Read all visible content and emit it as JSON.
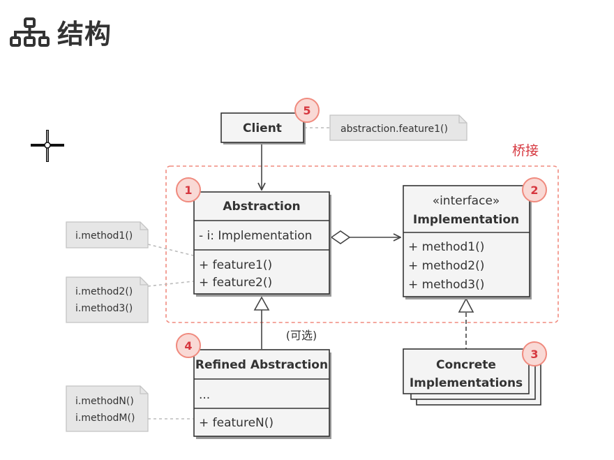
{
  "page": {
    "title": "结构"
  },
  "diagram": {
    "bridge_label": "桥接",
    "optional_label": "(可选)",
    "client": {
      "name": "Client",
      "badge": "5"
    },
    "abstraction": {
      "name": "Abstraction",
      "badge": "1",
      "field": "- i: Implementation",
      "methods": [
        "+ feature1()",
        "+ feature2()"
      ]
    },
    "implementation": {
      "stereotype": "«interface»",
      "name": "Implementation",
      "badge": "2",
      "methods": [
        "+ method1()",
        "+ method2()",
        "+ method3()"
      ]
    },
    "refined": {
      "name": "Refined Abstraction",
      "badge": "4",
      "field": "...",
      "methods": [
        "+ featureN()"
      ]
    },
    "concrete": {
      "name_line1": "Concrete",
      "name_line2": "Implementations",
      "badge": "3"
    },
    "notes": {
      "client_note": "abstraction.feature1()",
      "feature1_note": "i.method1()",
      "feature2_note_line1": "i.method2()",
      "feature2_note_line2": "i.method3()",
      "featureN_note_line1": "i.methodN()",
      "featureN_note_line2": "i.methodM()"
    },
    "colors": {
      "accent": "#d6373f",
      "badge_fill": "#f9d9d5",
      "box_fill": "#f4f4f4",
      "box_stroke": "#333333",
      "note_fill": "#e6e6e6",
      "note_stroke": "#c4c4c4",
      "bridge_border": "#f08a7e"
    }
  }
}
